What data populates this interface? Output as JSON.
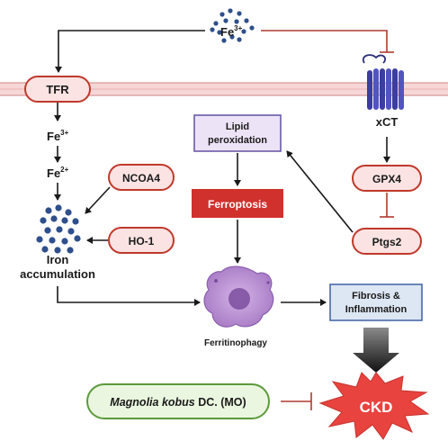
{
  "labels": {
    "fe3_top": "Fe",
    "fe3_top_sup": "3+",
    "tfr": "TFR",
    "xct": "xCT",
    "fe3": "Fe",
    "fe3_sup": "3+",
    "fe2": "Fe",
    "fe2_sup": "2+",
    "ncoa4": "NCOA4",
    "ho1": "HO-1",
    "iron_line1": "Iron",
    "iron_line2": "accumulation",
    "lipid_line1": "Lipid",
    "lipid_line2": "peroxidation",
    "ferroptosis": "Ferroptosis",
    "ferritinophagy": "Ferritinophagy",
    "gpx4": "GPX4",
    "ptgs2": "Ptgs2",
    "fibrosis_line1": "Fibrosis &",
    "fibrosis_line2": "Inflammation",
    "ckd": "CKD",
    "mo_italic": "Magnolia kobus",
    "mo_rest": " DC. (MO)"
  },
  "colors": {
    "membrane": "#f2c4c4",
    "inhibition": "#b03a2e",
    "ferroptosis_box": "#d0312d",
    "ckd_burst": "#e8433f",
    "iron_dots": "#2e4f8c",
    "cell": "#b68fd0"
  }
}
